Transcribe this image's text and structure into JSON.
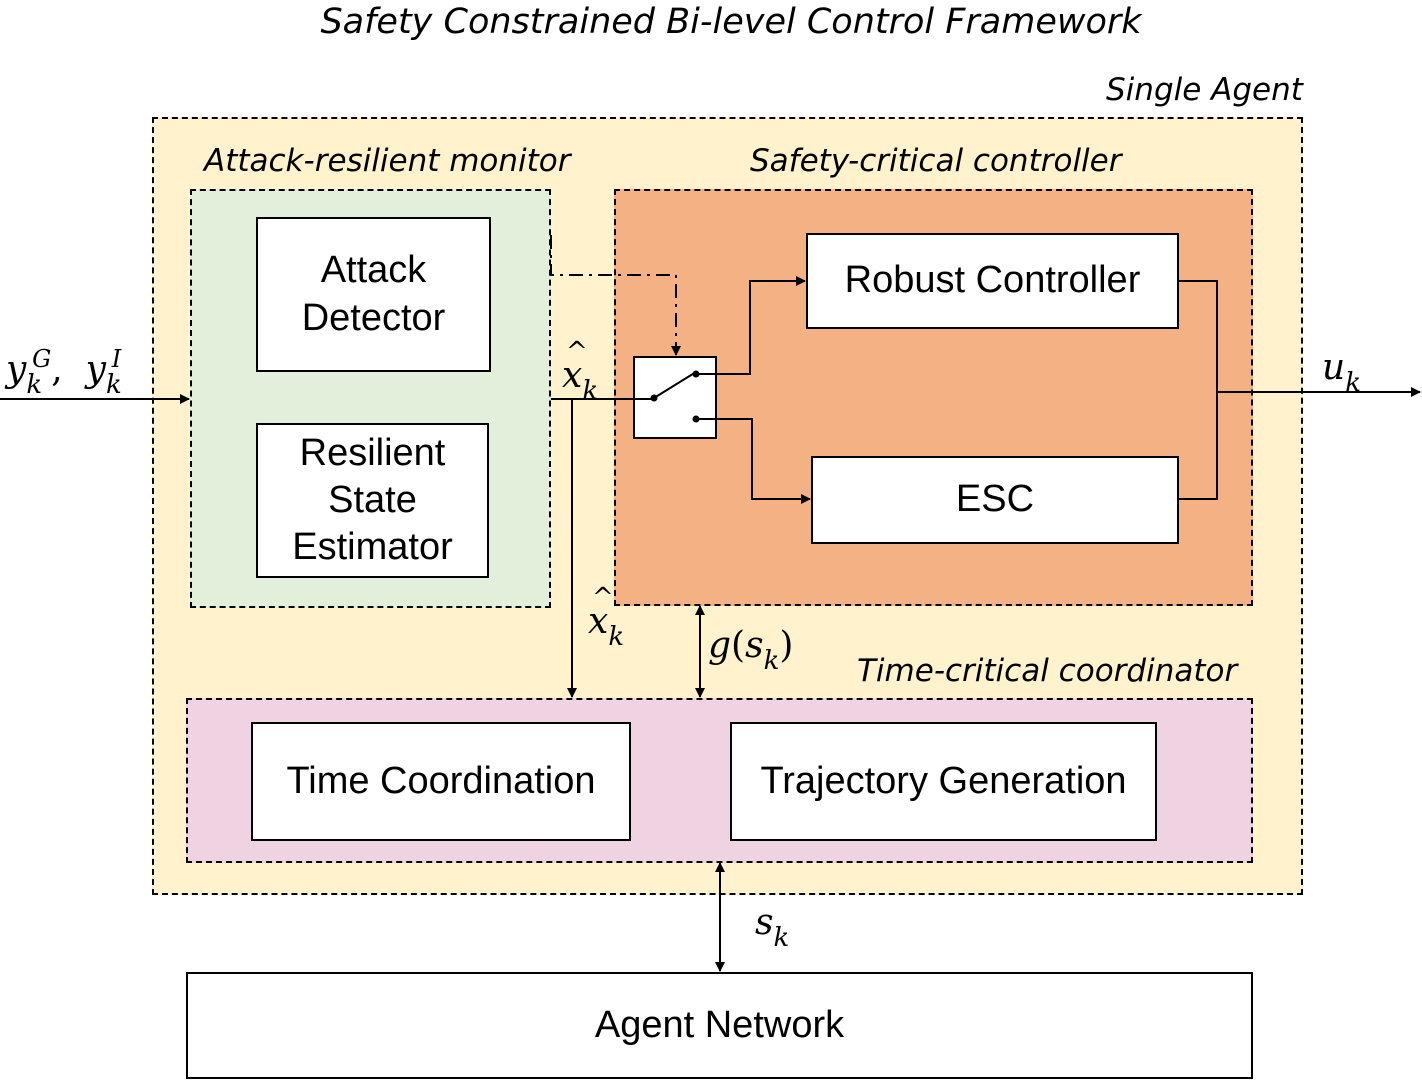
{
  "title": "Safety Constrained Bi-level Control Framework",
  "groups": {
    "single_agent": "Single Agent",
    "monitor": "Attack-resilient monitor",
    "controller": "Safety-critical controller",
    "coordinator": "Time-critical coordinator"
  },
  "blocks": {
    "attack_detector": "Attack\nDetector",
    "state_estimator": "Resilient\nState\nEstimator",
    "robust_controller": "Robust Controller",
    "esc": "ESC",
    "time_coordination": "Time Coordination",
    "trajectory_generation": "Trajectory Generation",
    "agent_network": "Agent Network"
  },
  "signals": {
    "input": {
      "y_symbol": "y",
      "subscript": "k",
      "sup_g": "G",
      "sup_i": "I",
      "separator": ","
    },
    "xhat_right": {
      "symbol": "x",
      "subscript": "k"
    },
    "xhat_down": {
      "symbol": "x",
      "subscript": "k"
    },
    "g_sk": {
      "fn": "g",
      "open": "(",
      "symbol": "s",
      "subscript": "k",
      "close": ")"
    },
    "output": {
      "symbol": "u",
      "subscript": "k"
    },
    "network": {
      "symbol": "s",
      "subscript": "k"
    }
  }
}
